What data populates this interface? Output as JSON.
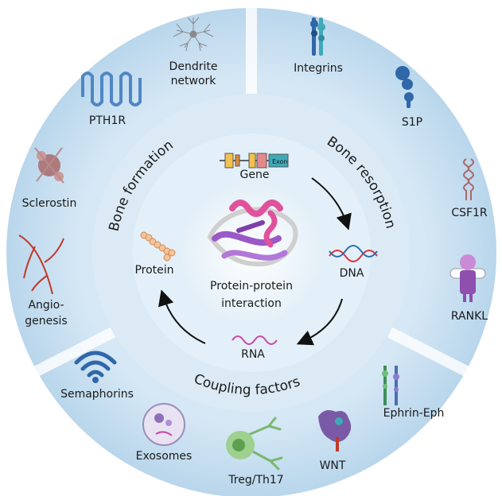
{
  "sectors": {
    "formation": "Bone formation",
    "resorption": "Bone resorption",
    "coupling": "Coupling factors"
  },
  "cycle": {
    "gene": "Gene",
    "exon": "Exon",
    "dna": "DNA",
    "rna": "RNA",
    "protein": "Protein",
    "center_line1": "Protein-protein",
    "center_line2": "interaction"
  },
  "factors": {
    "dendrite_1": "Dendrite",
    "dendrite_2": "network",
    "integrins": "Integrins",
    "s1p": "S1P",
    "pth1r": "PTH1R",
    "sclerostin": "Sclerostin",
    "csf1r": "CSF1R",
    "angio_1": "Angio-",
    "angio_2": "genesis",
    "rankl": "RANKL",
    "semaphorins": "Semaphorins",
    "ephrin": "Ephrin-Eph",
    "exosomes": "Exosomes",
    "wnt": "WNT",
    "treg": "Treg/Th17"
  },
  "colors": {
    "outer_ring": "#cfe3f2",
    "middle_ring": "#dcebf6",
    "inner_ring": "#e6f1f9",
    "core": "#f2f8fc",
    "protein_pink": "#e0529c",
    "protein_purple": "#9b59c6",
    "dna_red": "#d9363e",
    "dna_blue": "#2f6fb3",
    "rna_pink": "#c94aa8",
    "receptor_blue": "#2f67a8"
  }
}
